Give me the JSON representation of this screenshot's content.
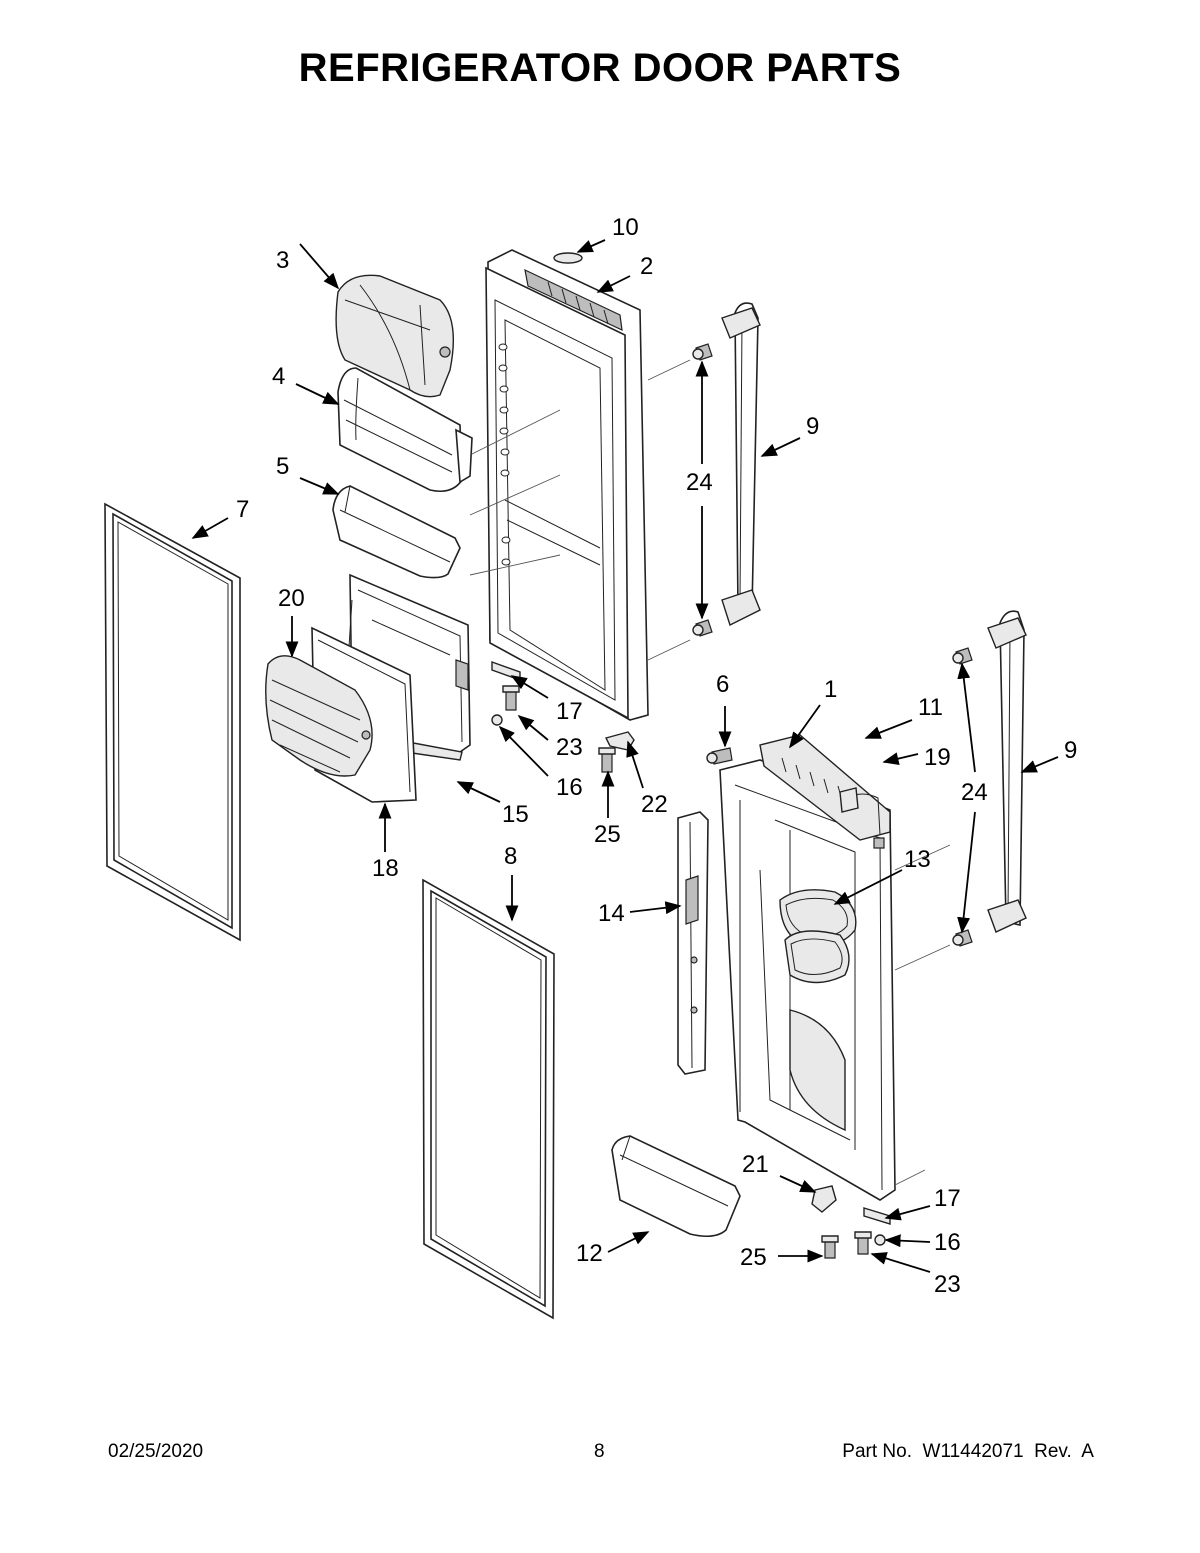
{
  "title": "REFRIGERATOR DOOR PARTS",
  "callouts": [
    "10",
    "2",
    "3",
    "4",
    "9",
    "24",
    "5",
    "7",
    "20",
    "17",
    "23",
    "16",
    "6",
    "1",
    "11",
    "19",
    "9",
    "24",
    "22",
    "25",
    "15",
    "18",
    "8",
    "13",
    "14",
    "21",
    "17",
    "16",
    "12",
    "25",
    "23"
  ],
  "footer": {
    "date": "02/25/2020",
    "page": "8",
    "part": "Part No.  W11442071  Rev.  A"
  }
}
